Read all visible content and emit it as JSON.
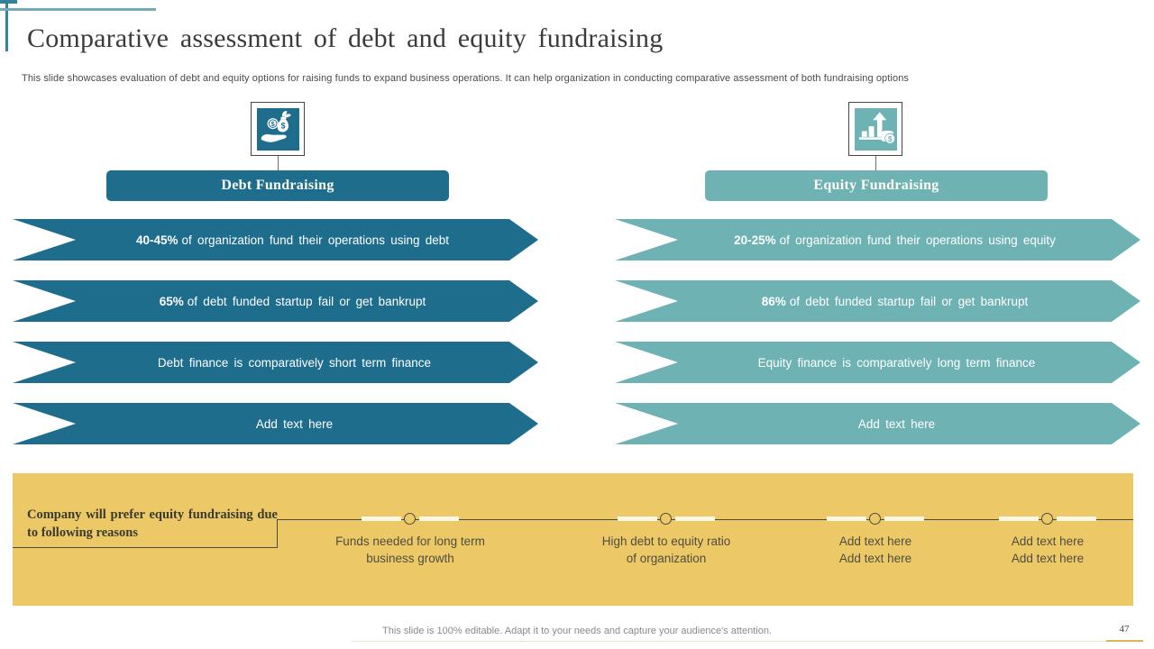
{
  "slide": {
    "title": "Comparative assessment of debt and equity fundraising",
    "subtitle": "This slide showcases evaluation of debt and equity options for raising funds to expand business operations. It can help organization in conducting comparative assessment of both fundraising options",
    "footer_note": "This slide is 100% editable. Adapt it to your needs and capture your audience's attention.",
    "page_number": "47"
  },
  "colors": {
    "debt_teal": "#1e6d8d",
    "equity_teal": "#6fb2b3",
    "yellow": "#ecc966",
    "accent_line": "#35829b"
  },
  "debt_column": {
    "header": "Debt Fundraising",
    "icon": "hand-holding-money-bag-icon",
    "items": [
      {
        "bold": "40-45%",
        "text": "of organization fund their operations using debt"
      },
      {
        "bold": "65%",
        "text": "of debt funded startup fail or get bankrupt"
      },
      {
        "bold": "",
        "text": "Debt finance is comparatively short term finance"
      },
      {
        "bold": "",
        "text": "Add text here"
      }
    ]
  },
  "equity_column": {
    "header": "Equity Fundraising",
    "icon": "growth-chart-coins-icon",
    "items": [
      {
        "bold": "20-25%",
        "text": "of organization fund their operations using equity"
      },
      {
        "bold": "86%",
        "text": "of debt funded startup fail or get bankrupt"
      },
      {
        "bold": "",
        "text": "Equity finance is comparatively long term finance"
      },
      {
        "bold": "",
        "text": "Add text here"
      }
    ]
  },
  "reasons": {
    "intro": "Company will prefer equity fundraising due to following reasons",
    "milestones": [
      {
        "line1": "Funds needed for long term",
        "line2": "business growth"
      },
      {
        "line1": "High debt to equity ratio",
        "line2": "of organization"
      },
      {
        "line1": "Add text here",
        "line2": "Add text here"
      },
      {
        "line1": "Add text here",
        "line2": "Add text here"
      }
    ]
  }
}
